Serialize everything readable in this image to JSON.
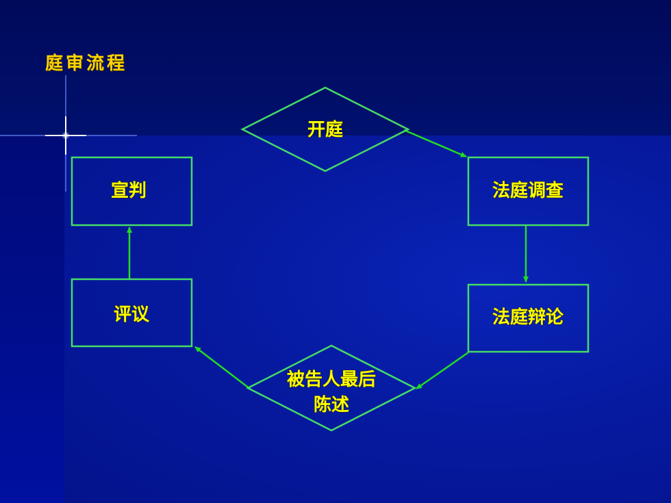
{
  "title": "庭审流程",
  "colors": {
    "background": "#061aa0",
    "title": "#ffd400",
    "node_text": "#ffff00",
    "arrow": "#22dd22",
    "node_border": "#44dd66"
  },
  "nodes": {
    "open_court": "开庭",
    "investigation": "法庭调查",
    "debate": "法庭辩论",
    "final_statement_line1": "被告人最后",
    "final_statement_line2": "陈述",
    "deliberation": "评议",
    "verdict": "宣判"
  }
}
